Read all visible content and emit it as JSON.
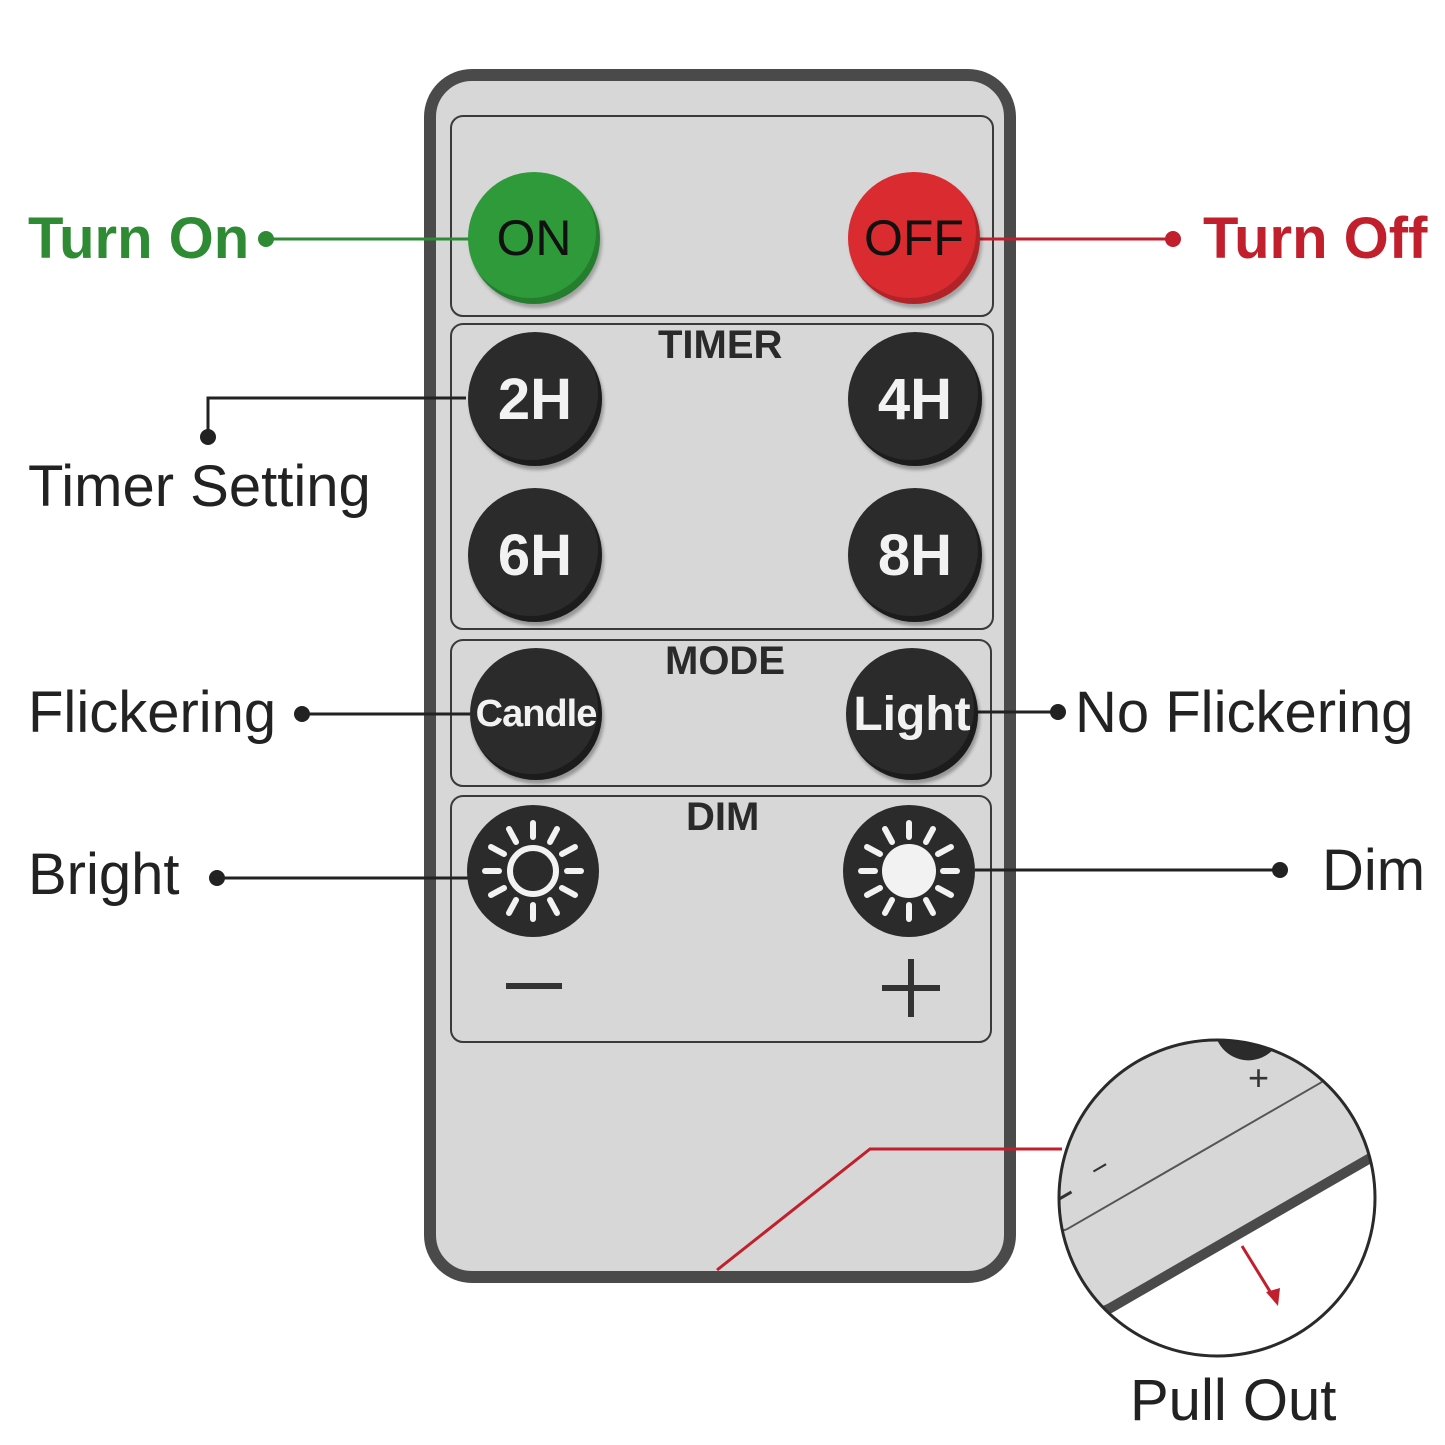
{
  "colors": {
    "on_accent": "#2e8b34",
    "off_accent": "#c21f2c",
    "remote_body": "#d7d7d7",
    "remote_border": "#4a4a4a",
    "button_dark": "#2b2b2b"
  },
  "callouts": {
    "turn_on": "Turn On",
    "turn_off": "Turn Off",
    "timer_setting": "Timer Setting",
    "flickering": "Flickering",
    "no_flickering": "No Flickering",
    "bright": "Bright",
    "dim": "Dim",
    "pull_out": "Pull Out"
  },
  "sections": {
    "timer": "TIMER",
    "mode": "MODE",
    "dim": "DIM"
  },
  "buttons": {
    "on": "ON",
    "off": "OFF",
    "timer_2h": "2H",
    "timer_4h": "4H",
    "timer_6h": "6H",
    "timer_8h": "8H",
    "candle": "Candle",
    "light": "Light",
    "bright_icon": "sun-icon",
    "dim_icon": "sun-outline-icon",
    "minus_symbol": "−",
    "plus_symbol": "+"
  },
  "inset": {
    "plus_symbol": "+",
    "minus_symbol": "−",
    "arrow_icon": "arrow-down-right-icon"
  }
}
